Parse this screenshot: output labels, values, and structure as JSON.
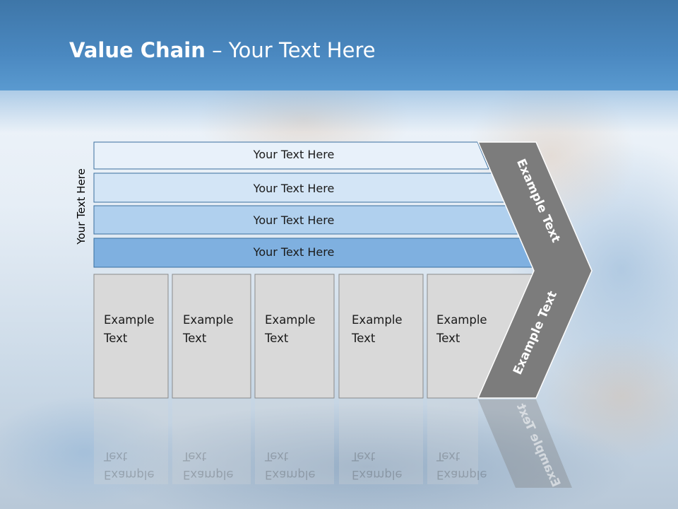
{
  "title": {
    "bold": "Value Chain",
    "rest": " – Your Text Here"
  },
  "side_label": "Your Text Here",
  "rows": [
    {
      "label": "Your Text Here",
      "color": "#e8f1fa"
    },
    {
      "label": "Your Text Here",
      "color": "#d3e5f6"
    },
    {
      "label": "Your Text Here",
      "color": "#b0d0ee"
    },
    {
      "label": "Your Text Here",
      "color": "#7fb0e0"
    }
  ],
  "boxes": [
    {
      "line1": "Example",
      "line2": "Text"
    },
    {
      "line1": "Example",
      "line2": "Text"
    },
    {
      "line1": "Example",
      "line2": "Text"
    },
    {
      "line1": "Example",
      "line2": "Text"
    },
    {
      "line1": "Example",
      "line2": "Text"
    }
  ],
  "chevron": {
    "top_label": "Example Text",
    "bottom_label": "Example Text",
    "color": "#7c7c7c"
  },
  "colors": {
    "header": "#4a88c0",
    "box_fill": "#d9d9d9",
    "row_border": "#3a6f9f"
  }
}
